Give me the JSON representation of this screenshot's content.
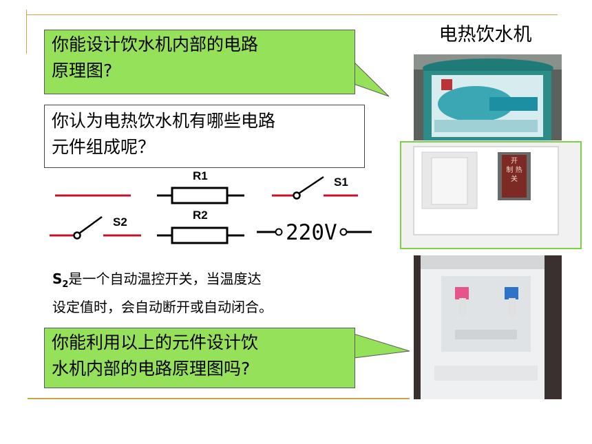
{
  "title": "电热饮水机",
  "bubble1": {
    "line1": "你能设计饮水机内部的电路",
    "line2": "原理图?"
  },
  "box1": {
    "line1": "你认为电热饮水机有哪些电路",
    "line2": "元件组成呢？"
  },
  "components": {
    "r1_label": "R1",
    "r2_label": "R2",
    "s1_label": "S1",
    "s2_label": "S2",
    "source_label": "220V"
  },
  "note": {
    "symbol": "S",
    "subscript": "2",
    "line1_rest": "是一个自动温控开关，当温度达",
    "line2": "设定值时，会自动断开或自动闭合。"
  },
  "bubble2": {
    "line1": "你能利用以上的元件设计饮",
    "line2": "水机内部的电路原理图吗?"
  },
  "photo_panel": {
    "switch_line1": "开",
    "switch_line2": "制 热",
    "switch_line3": "关"
  },
  "colors": {
    "bubble": "#96e15a",
    "frame": "#c9a64a",
    "wire": "#c0102a"
  }
}
